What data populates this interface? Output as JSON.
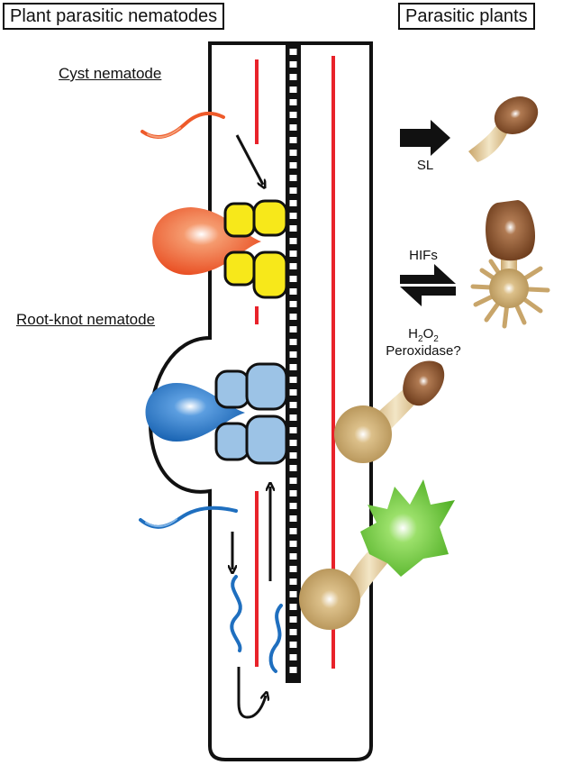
{
  "titles": {
    "left": "Plant parasitic nematodes",
    "right": "Parasitic plants"
  },
  "labels": {
    "cyst": "Cyst nematode",
    "root_knot": "Root-knot nematode"
  },
  "signals": {
    "sl": "SL",
    "hifs": "HIFs",
    "h2o2_main": "H",
    "h2o2_sub1": "2",
    "h2o2_o": "O",
    "h2o2_sub2": "2",
    "peroxidase": "Peroxidase?"
  },
  "colors": {
    "cyst_nematode": "#ee5a2a",
    "root_knot_nematode": "#1f6fbf",
    "cyst_feeding_cells": "#f7e81a",
    "rk_feeding_cells": "#9cc3e6",
    "xylem_lines": "#e8222a",
    "parasitic_plant_brown": "#7a4422",
    "parasitic_plant_tan": "#c8a56a",
    "parasitic_plant_green": "#66c23a"
  }
}
